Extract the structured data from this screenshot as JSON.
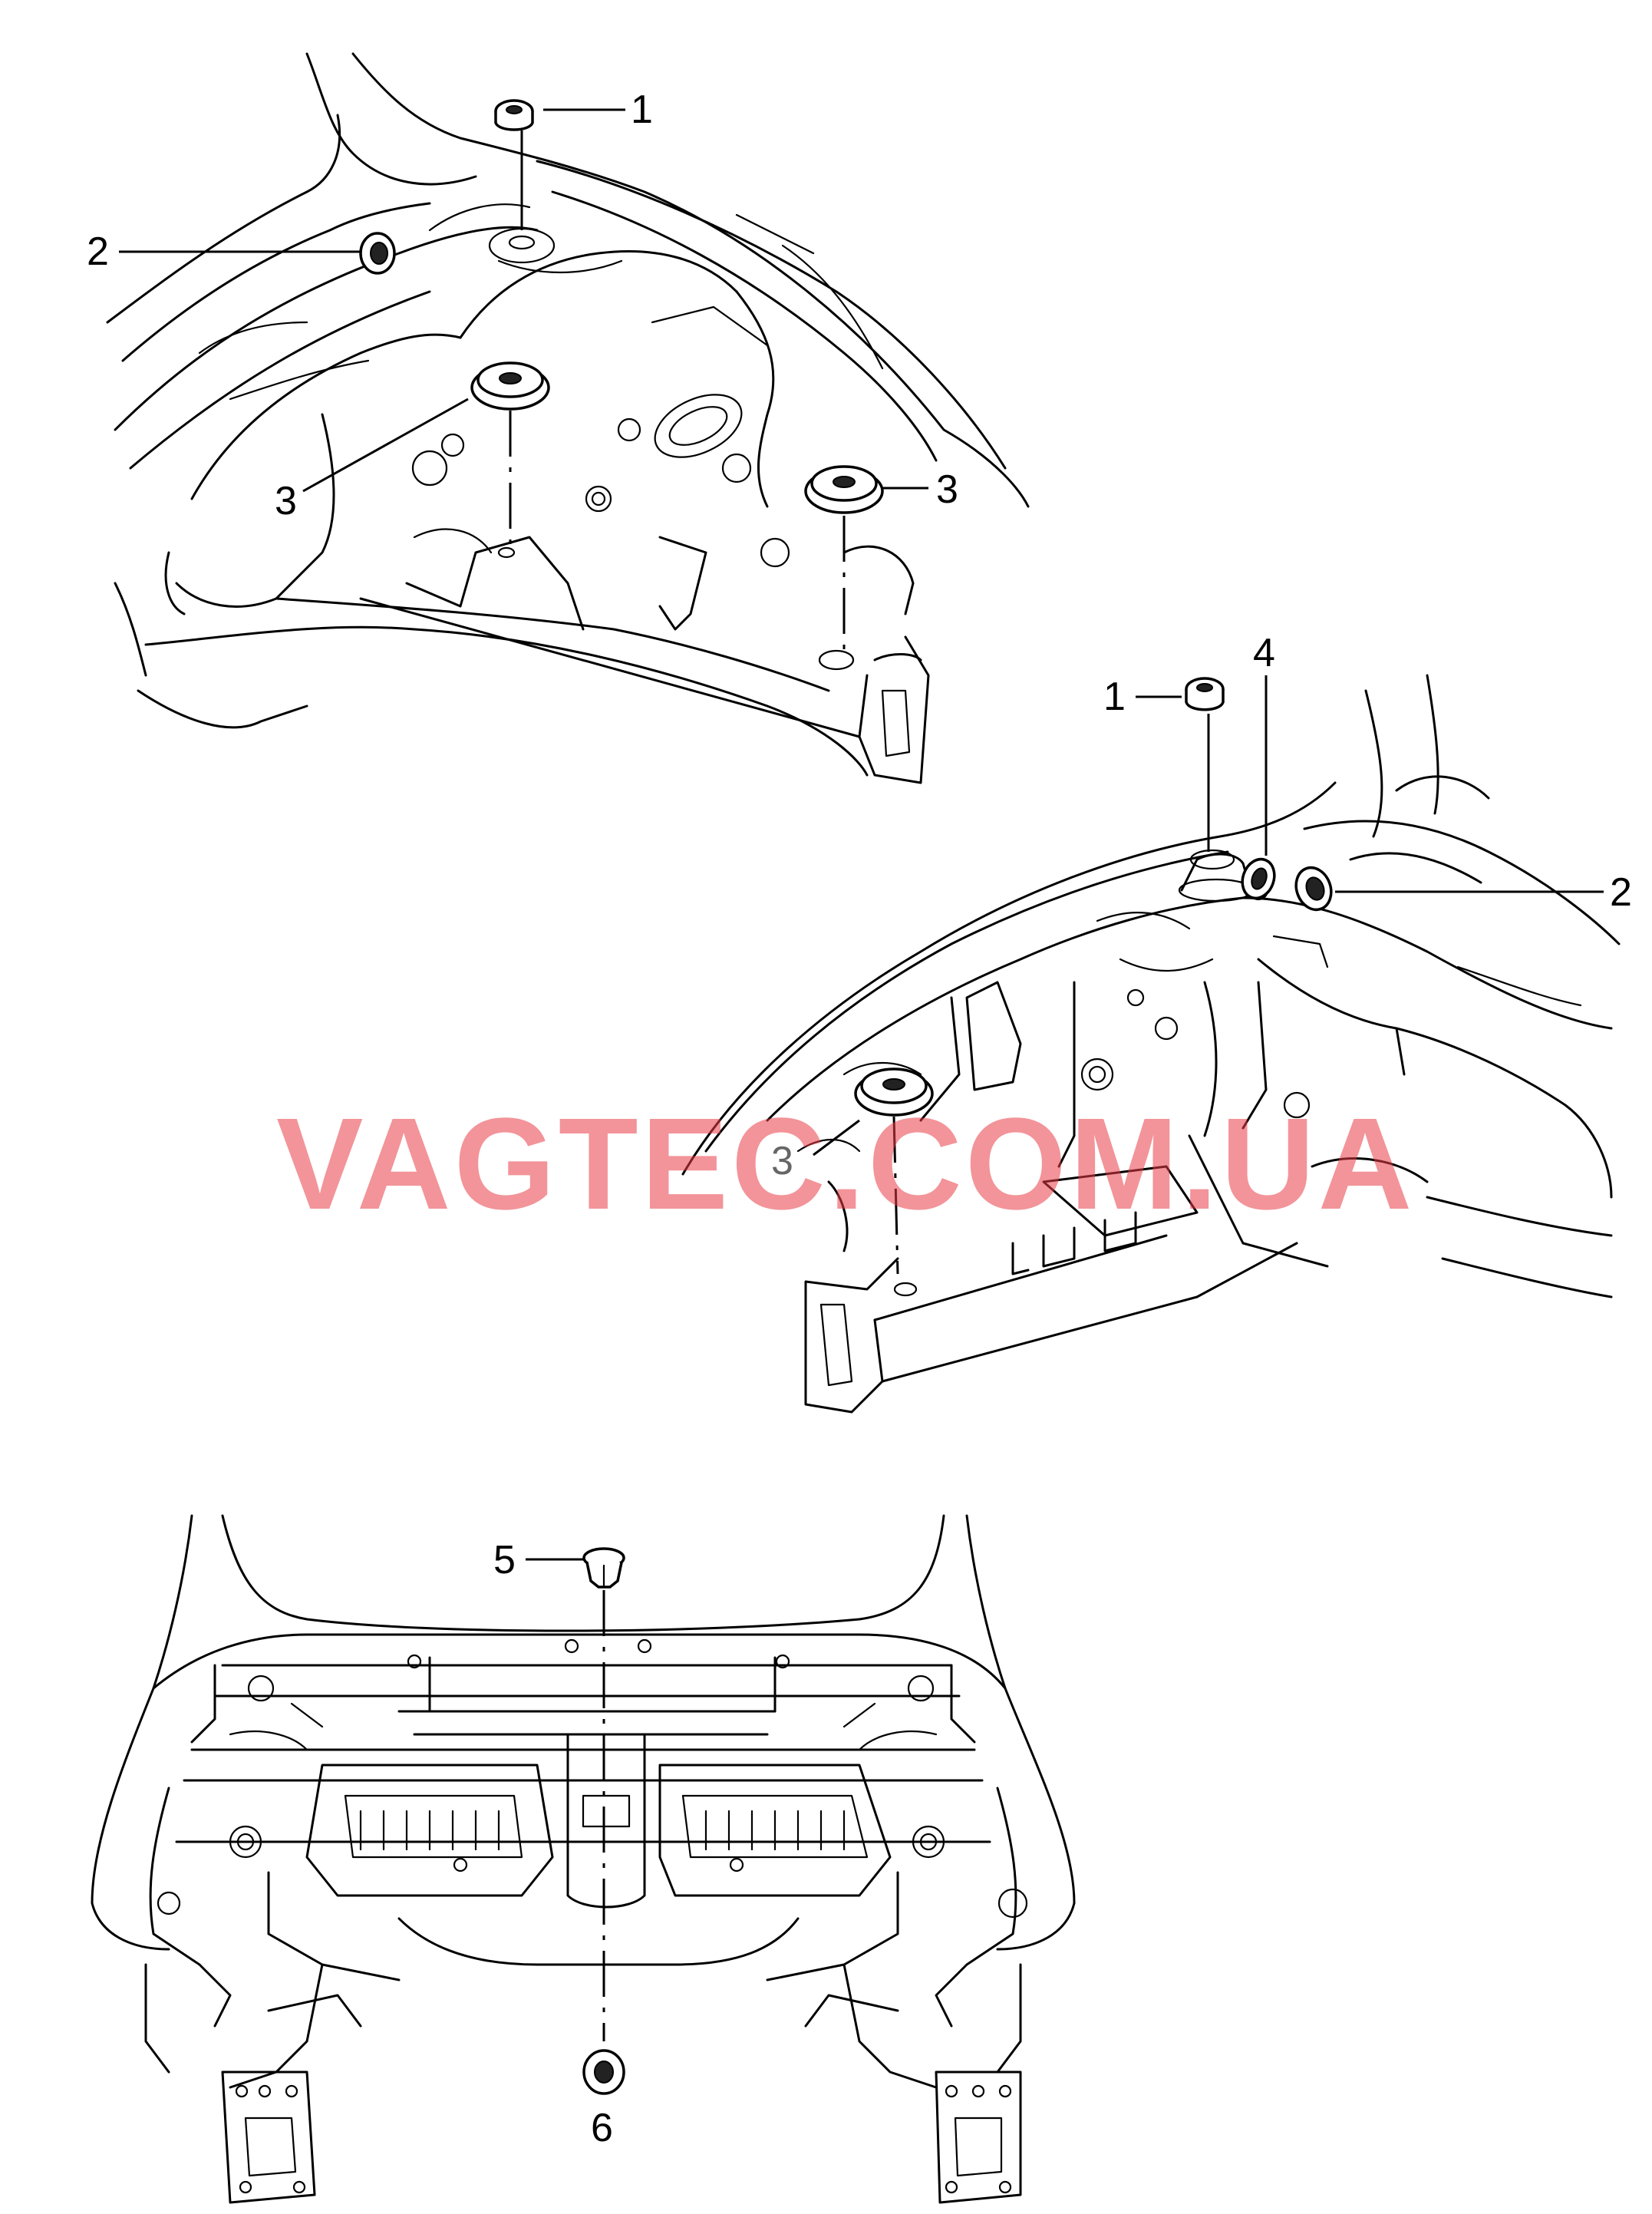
{
  "watermark": "VAGTEC.COM.UA",
  "callouts": {
    "top": {
      "c1": "1",
      "c2": "2",
      "c3a": "3",
      "c3b": "3"
    },
    "middle": {
      "c1": "1",
      "c4": "4",
      "c2": "2",
      "c3": "3"
    },
    "bottom": {
      "c5": "5",
      "c6": "6"
    }
  },
  "colors": {
    "line": "#000000",
    "background": "#ffffff",
    "watermark": "#e83c46"
  }
}
